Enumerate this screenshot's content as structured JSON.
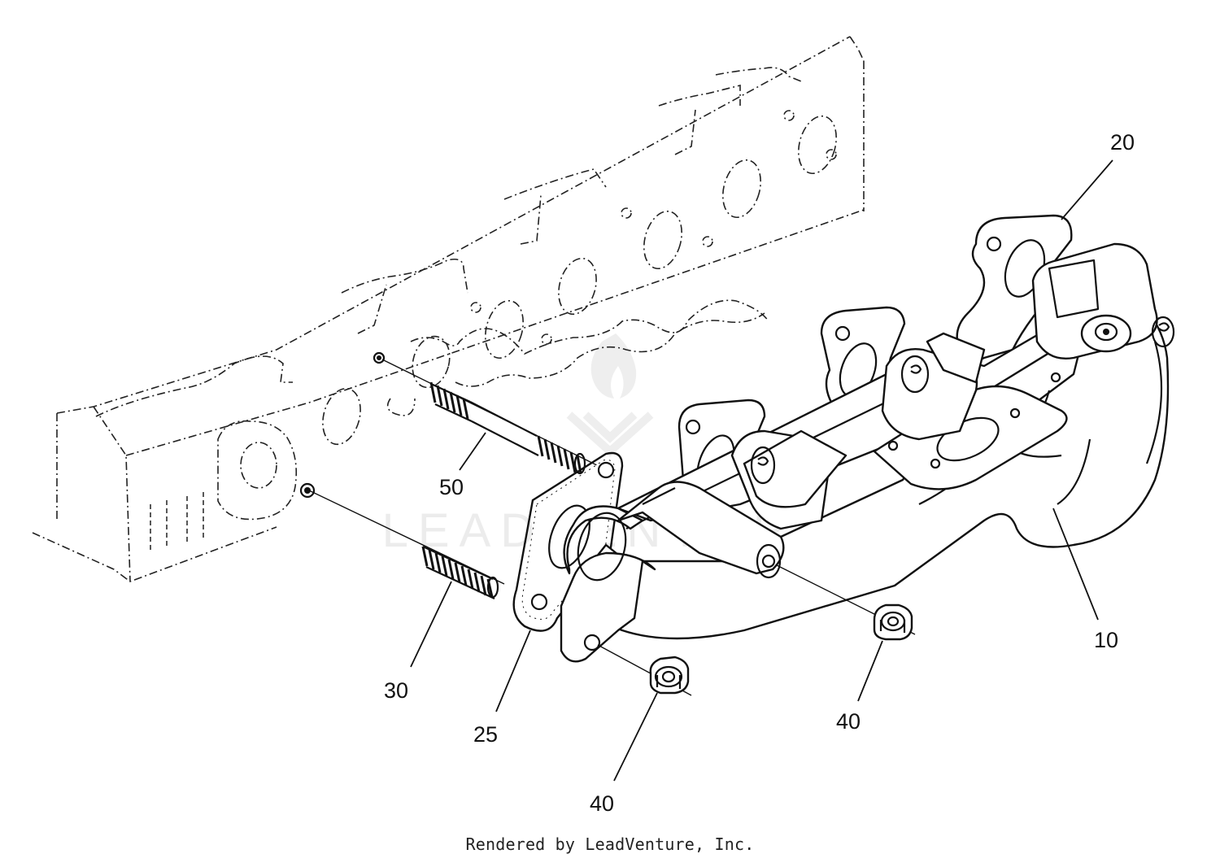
{
  "diagram": {
    "callouts": {
      "c10": "10",
      "c20": "20",
      "c25": "25",
      "c30": "30",
      "c40a": "40",
      "c40b": "40",
      "c50": "50"
    },
    "watermark": "LEADVENTURE",
    "footer": "Rendered by LeadVenture, Inc."
  }
}
